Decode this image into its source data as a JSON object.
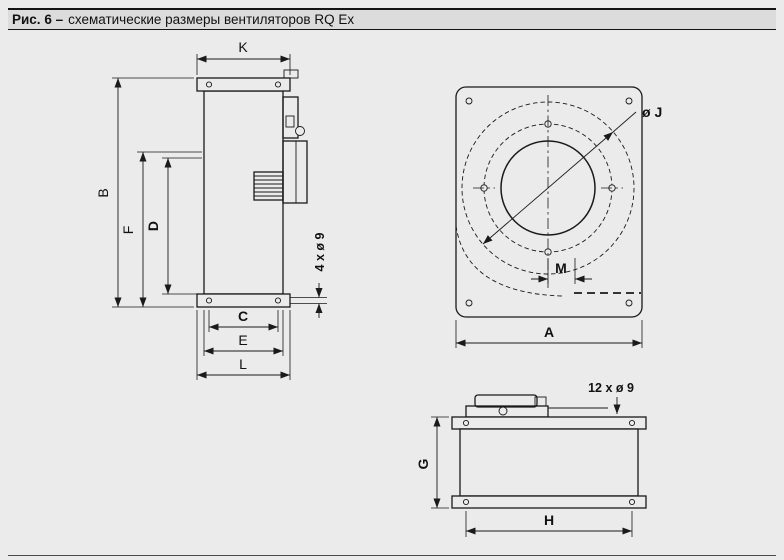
{
  "figure": {
    "label": "Рис. 6 –",
    "title": "схематические размеры вентиляторов RQ Ex"
  },
  "colors": {
    "background": "#ebebeb",
    "header_band": "#dcdcdc",
    "line": "#1a1a1a"
  },
  "dims": {
    "side": {
      "K": "K",
      "B": "B",
      "F": "F",
      "D": "D",
      "C": "C",
      "E": "E",
      "L": "L",
      "holes": "4 x ø 9"
    },
    "front": {
      "J": "ø J",
      "M": "M",
      "A": "A"
    },
    "bottom": {
      "G": "G",
      "H": "H",
      "holes": "12 x ø 9"
    }
  }
}
